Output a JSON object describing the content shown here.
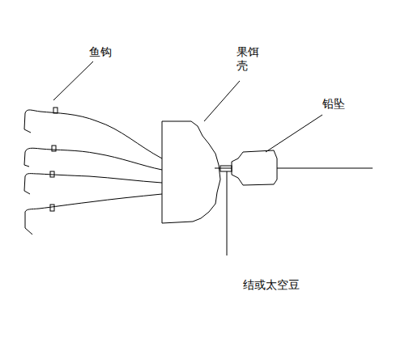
{
  "diagram": {
    "labels": [
      "鱼钩",
      "果饵壳",
      "铅坠",
      "结或太空豆"
    ]
  }
}
